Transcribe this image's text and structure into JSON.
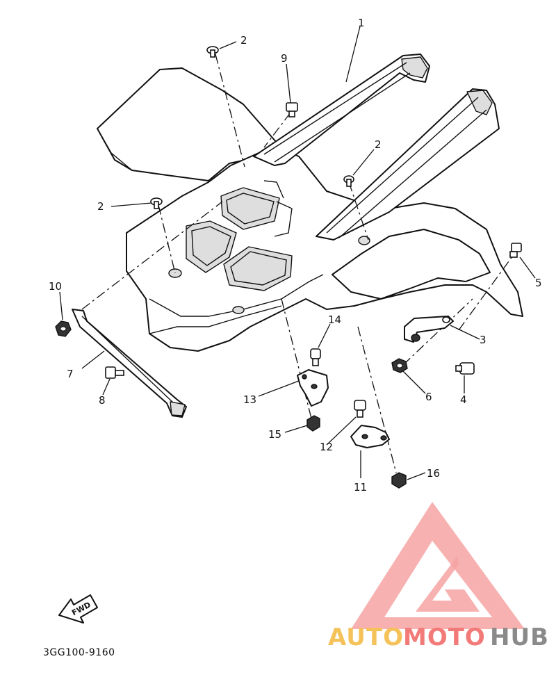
{
  "diagram": {
    "callouts": [
      {
        "id": "c1",
        "text": "1"
      },
      {
        "id": "c2a",
        "text": "2"
      },
      {
        "id": "c2b",
        "text": "2"
      },
      {
        "id": "c2c",
        "text": "2"
      },
      {
        "id": "c3",
        "text": "3"
      },
      {
        "id": "c4",
        "text": "4"
      },
      {
        "id": "c5",
        "text": "5"
      },
      {
        "id": "c6",
        "text": "6"
      },
      {
        "id": "c7",
        "text": "7"
      },
      {
        "id": "c8",
        "text": "8"
      },
      {
        "id": "c9",
        "text": "9"
      },
      {
        "id": "c10",
        "text": "10"
      },
      {
        "id": "c11",
        "text": "11"
      },
      {
        "id": "c12",
        "text": "12"
      },
      {
        "id": "c13",
        "text": "13"
      },
      {
        "id": "c14",
        "text": "14"
      },
      {
        "id": "c15",
        "text": "15"
      },
      {
        "id": "c16",
        "text": "16"
      }
    ],
    "fwd_label": "FWD",
    "part_code": "3GG100-9160"
  },
  "watermark": {
    "brand_part1": "AUTO",
    "brand_part2": "MOTO",
    "brand_part3": "HUB",
    "colors": {
      "auto": "#f5c25a",
      "moto": "#f27a78",
      "hub": "#8a8a8a",
      "logo": "#f6a3a3"
    }
  }
}
